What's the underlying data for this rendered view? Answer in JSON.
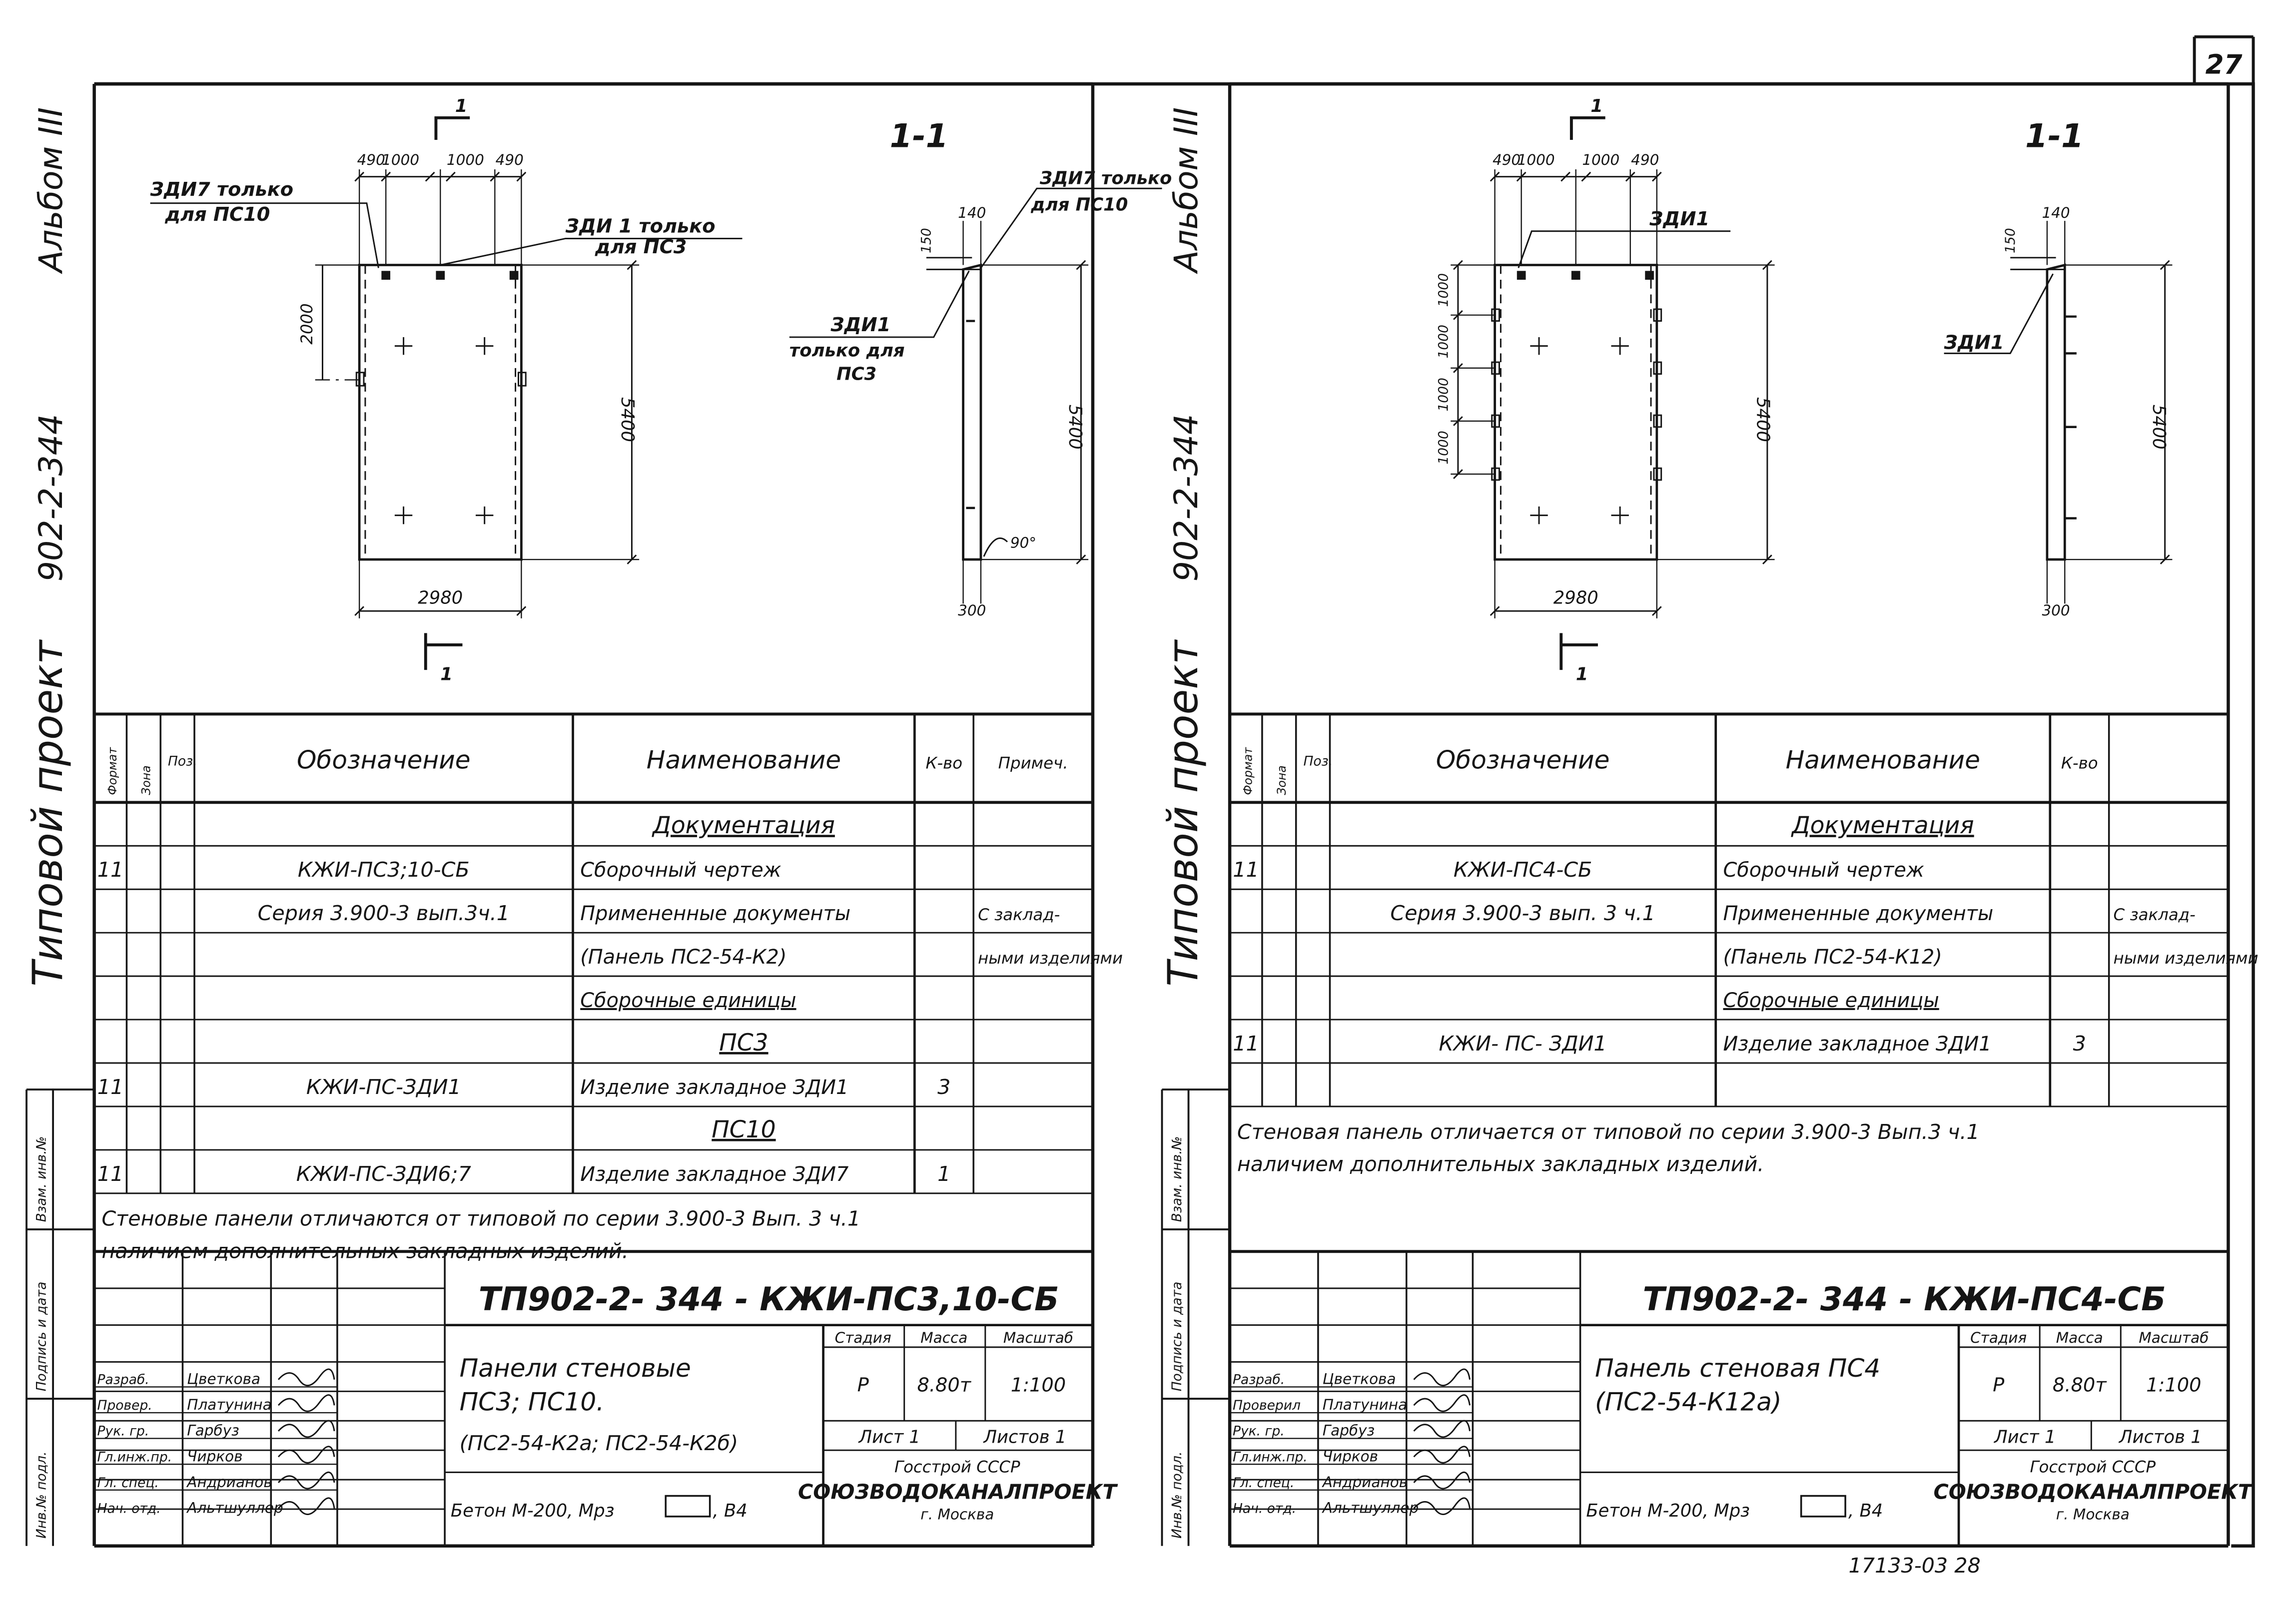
{
  "page_number": "27",
  "bottom_code": "17133-03  28",
  "left": {
    "spine": {
      "album": "Альбом III",
      "code": "902-2-344",
      "project": "Типовой проект"
    },
    "side_labels": [
      "Инв.№ подл.",
      "Подпись и дата",
      "Взам. инв.№"
    ],
    "drawing": {
      "section_mark": "1",
      "dims_top": [
        "490",
        "1000",
        "1000",
        "490"
      ],
      "callout_zdi7": [
        "ЗДИ7 только",
        "для ПС10"
      ],
      "callout_zdi1": [
        "ЗДИ 1 только",
        "для ПС3"
      ],
      "dim_2000": "2000",
      "dim_5400": "5400",
      "dim_2980": "2980",
      "section_title": "1-1",
      "sec_dim_140": "140",
      "sec_dim_150": "150",
      "sec_callout_zdi7": [
        "ЗДИ7 только",
        "для ПС10"
      ],
      "sec_callout_zdi1": [
        "ЗДИ1",
        "только для",
        "ПС3"
      ],
      "sec_dim_5400": "5400",
      "angle": "90°",
      "sec_dim_300": "300"
    },
    "spec": {
      "headers": [
        "Формат",
        "Зона",
        "Поз.",
        "Обозначение",
        "Наименование",
        "К-во",
        "Примеч."
      ],
      "rows": [
        {
          "fmt": "",
          "code": "",
          "name": "Документация",
          "qty": "",
          "note": ""
        },
        {
          "fmt": "11",
          "code": "КЖИ-ПС3;10-СБ",
          "name": "Сборочный чертеж",
          "qty": "",
          "note": ""
        },
        {
          "fmt": "",
          "code": "Серия 3.900-3 вып.3ч.1",
          "name": "Примененные документы",
          "qty": "",
          "note": "С заклад-"
        },
        {
          "fmt": "",
          "code": "",
          "name": "(Панель ПС2-54-К2)",
          "qty": "",
          "note": "ными изделиями"
        },
        {
          "fmt": "",
          "code": "",
          "name": "Сборочные единицы",
          "qty": "",
          "note": ""
        },
        {
          "fmt": "",
          "code": "",
          "name": "ПС3",
          "qty": "",
          "note": ""
        },
        {
          "fmt": "11",
          "code": "КЖИ-ПС-ЗДИ1",
          "name": "Изделие закладное ЗДИ1",
          "qty": "3",
          "note": ""
        },
        {
          "fmt": "",
          "code": "",
          "name": "ПС10",
          "qty": "",
          "note": ""
        },
        {
          "fmt": "11",
          "code": "КЖИ-ПС-ЗДИ6;7",
          "name": "Изделие закладное ЗДИ7",
          "qty": "1",
          "note": ""
        }
      ]
    },
    "note": [
      "Стеновые панели отличаются от типовой по серии 3.900-3 Вып. 3 ч.1",
      "наличием дополнительных закладных изделий."
    ],
    "stamp": {
      "code": "ТП902-2- 344 - КЖИ-ПС3,10-СБ",
      "title": [
        "Панели стеновые",
        "ПС3; ПС10.",
        "(ПС2-54-К2а; ПС2-54-К2б)"
      ],
      "stage_h": "Стадия",
      "mass_h": "Масса",
      "scale_h": "Масштаб",
      "stage": "Р",
      "mass": "8.80т",
      "scale": "1:100",
      "sheet": "Лист 1",
      "sheets": "Листов 1",
      "concrete": "Бетон М-200, Мрз",
      "concrete_tail": ", В4",
      "org": [
        "Госстрой СССР",
        "СОЮЗВОДОКАНАЛПРОЕКТ",
        "г. Москва"
      ],
      "roles": [
        "Разраб.",
        "Провер.",
        "Рук. гр.",
        "Гл.инж.пр.",
        "Гл. спец.",
        "Нач. отд."
      ],
      "names": [
        "Цветкова",
        "Платунина",
        "Гарбуз",
        "Чирков",
        "Андрианов",
        "Альтшуллер"
      ]
    }
  },
  "right": {
    "spine": {
      "album": "Альбом III",
      "code": "902-2-344",
      "project": "Типовой проект"
    },
    "side_labels": [
      "Инв.№ подл.",
      "Подпись и дата",
      "Взам. инв.№"
    ],
    "drawing": {
      "section_mark": "1",
      "dims_top": [
        "490",
        "1000",
        "1000",
        "490"
      ],
      "callout_zdi1": "ЗДИ1",
      "dims_left": [
        "1000",
        "1000",
        "1000",
        "1000"
      ],
      "dim_5400": "5400",
      "dim_2980": "2980",
      "section_title": "1-1",
      "sec_dim_140": "140",
      "sec_dim_150": "150",
      "sec_callout_zdi1": "ЗДИ1",
      "sec_dim_5400": "5400",
      "sec_dim_300": "300"
    },
    "spec": {
      "headers": [
        "Формат",
        "Зона",
        "Поз.",
        "Обозначение",
        "Наименование",
        "К-во"
      ],
      "rows": [
        {
          "fmt": "",
          "code": "",
          "name": "Документация",
          "qty": "",
          "note": ""
        },
        {
          "fmt": "11",
          "code": "КЖИ-ПС4-СБ",
          "name": "Сборочный чертеж",
          "qty": "",
          "note": ""
        },
        {
          "fmt": "",
          "code": "Серия 3.900-3 вып. 3 ч.1",
          "name": "Примененные документы",
          "qty": "",
          "note": "С заклад-"
        },
        {
          "fmt": "",
          "code": "",
          "name": "(Панель ПС2-54-К12)",
          "qty": "",
          "note": "ными изделиями"
        },
        {
          "fmt": "",
          "code": "",
          "name": "Сборочные единицы",
          "qty": "",
          "note": ""
        },
        {
          "fmt": "11",
          "code": "КЖИ- ПС- ЗДИ1",
          "name": "Изделие закладное ЗДИ1",
          "qty": "3",
          "note": ""
        },
        {
          "fmt": "",
          "code": "",
          "name": "",
          "qty": "",
          "note": ""
        }
      ]
    },
    "note": [
      "Стеновая панель отличается от типовой по серии 3.900-3 Вып.3 ч.1",
      "наличием дополнительных закладных изделий."
    ],
    "stamp": {
      "code": "ТП902-2- 344 - КЖИ-ПС4-СБ",
      "title": [
        "Панель стеновая ПС4",
        "(ПС2-54-К12а)"
      ],
      "stage_h": "Стадия",
      "mass_h": "Масса",
      "scale_h": "Масштаб",
      "stage": "Р",
      "mass": "8.80т",
      "scale": "1:100",
      "sheet": "Лист 1",
      "sheets": "Листов 1",
      "concrete": "Бетон М-200, Мрз",
      "concrete_tail": ", В4",
      "org": [
        "Госстрой СССР",
        "СОЮЗВОДОКАНАЛПРОЕКТ",
        "г. Москва"
      ],
      "roles": [
        "Разраб.",
        "Проверил",
        "Рук. гр.",
        "Гл.инж.пр.",
        "Гл. спец.",
        "Нач. отд."
      ],
      "names": [
        "Цветкова",
        "Платунина",
        "Гарбуз",
        "Чирков",
        "Андрианов",
        "Альтшуллер"
      ]
    }
  }
}
